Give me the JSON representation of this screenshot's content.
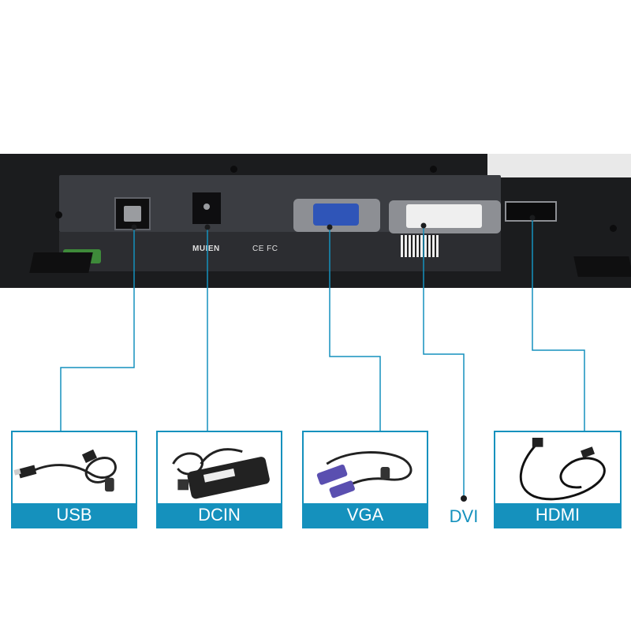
{
  "panel": {
    "label_plate": {
      "brand": "MUIEN",
      "marks": "CE FC"
    }
  },
  "cards": [
    {
      "id": "usb",
      "label": "USB"
    },
    {
      "id": "dcin",
      "label": "DCIN"
    },
    {
      "id": "vga",
      "label": "VGA"
    },
    {
      "id": "dvi",
      "label": "DVI"
    },
    {
      "id": "hdmi",
      "label": "HDMI"
    }
  ],
  "colors": {
    "accent": "#1591bd",
    "panel": "#1b1c1e",
    "vga_blue": "#2f55b8"
  }
}
